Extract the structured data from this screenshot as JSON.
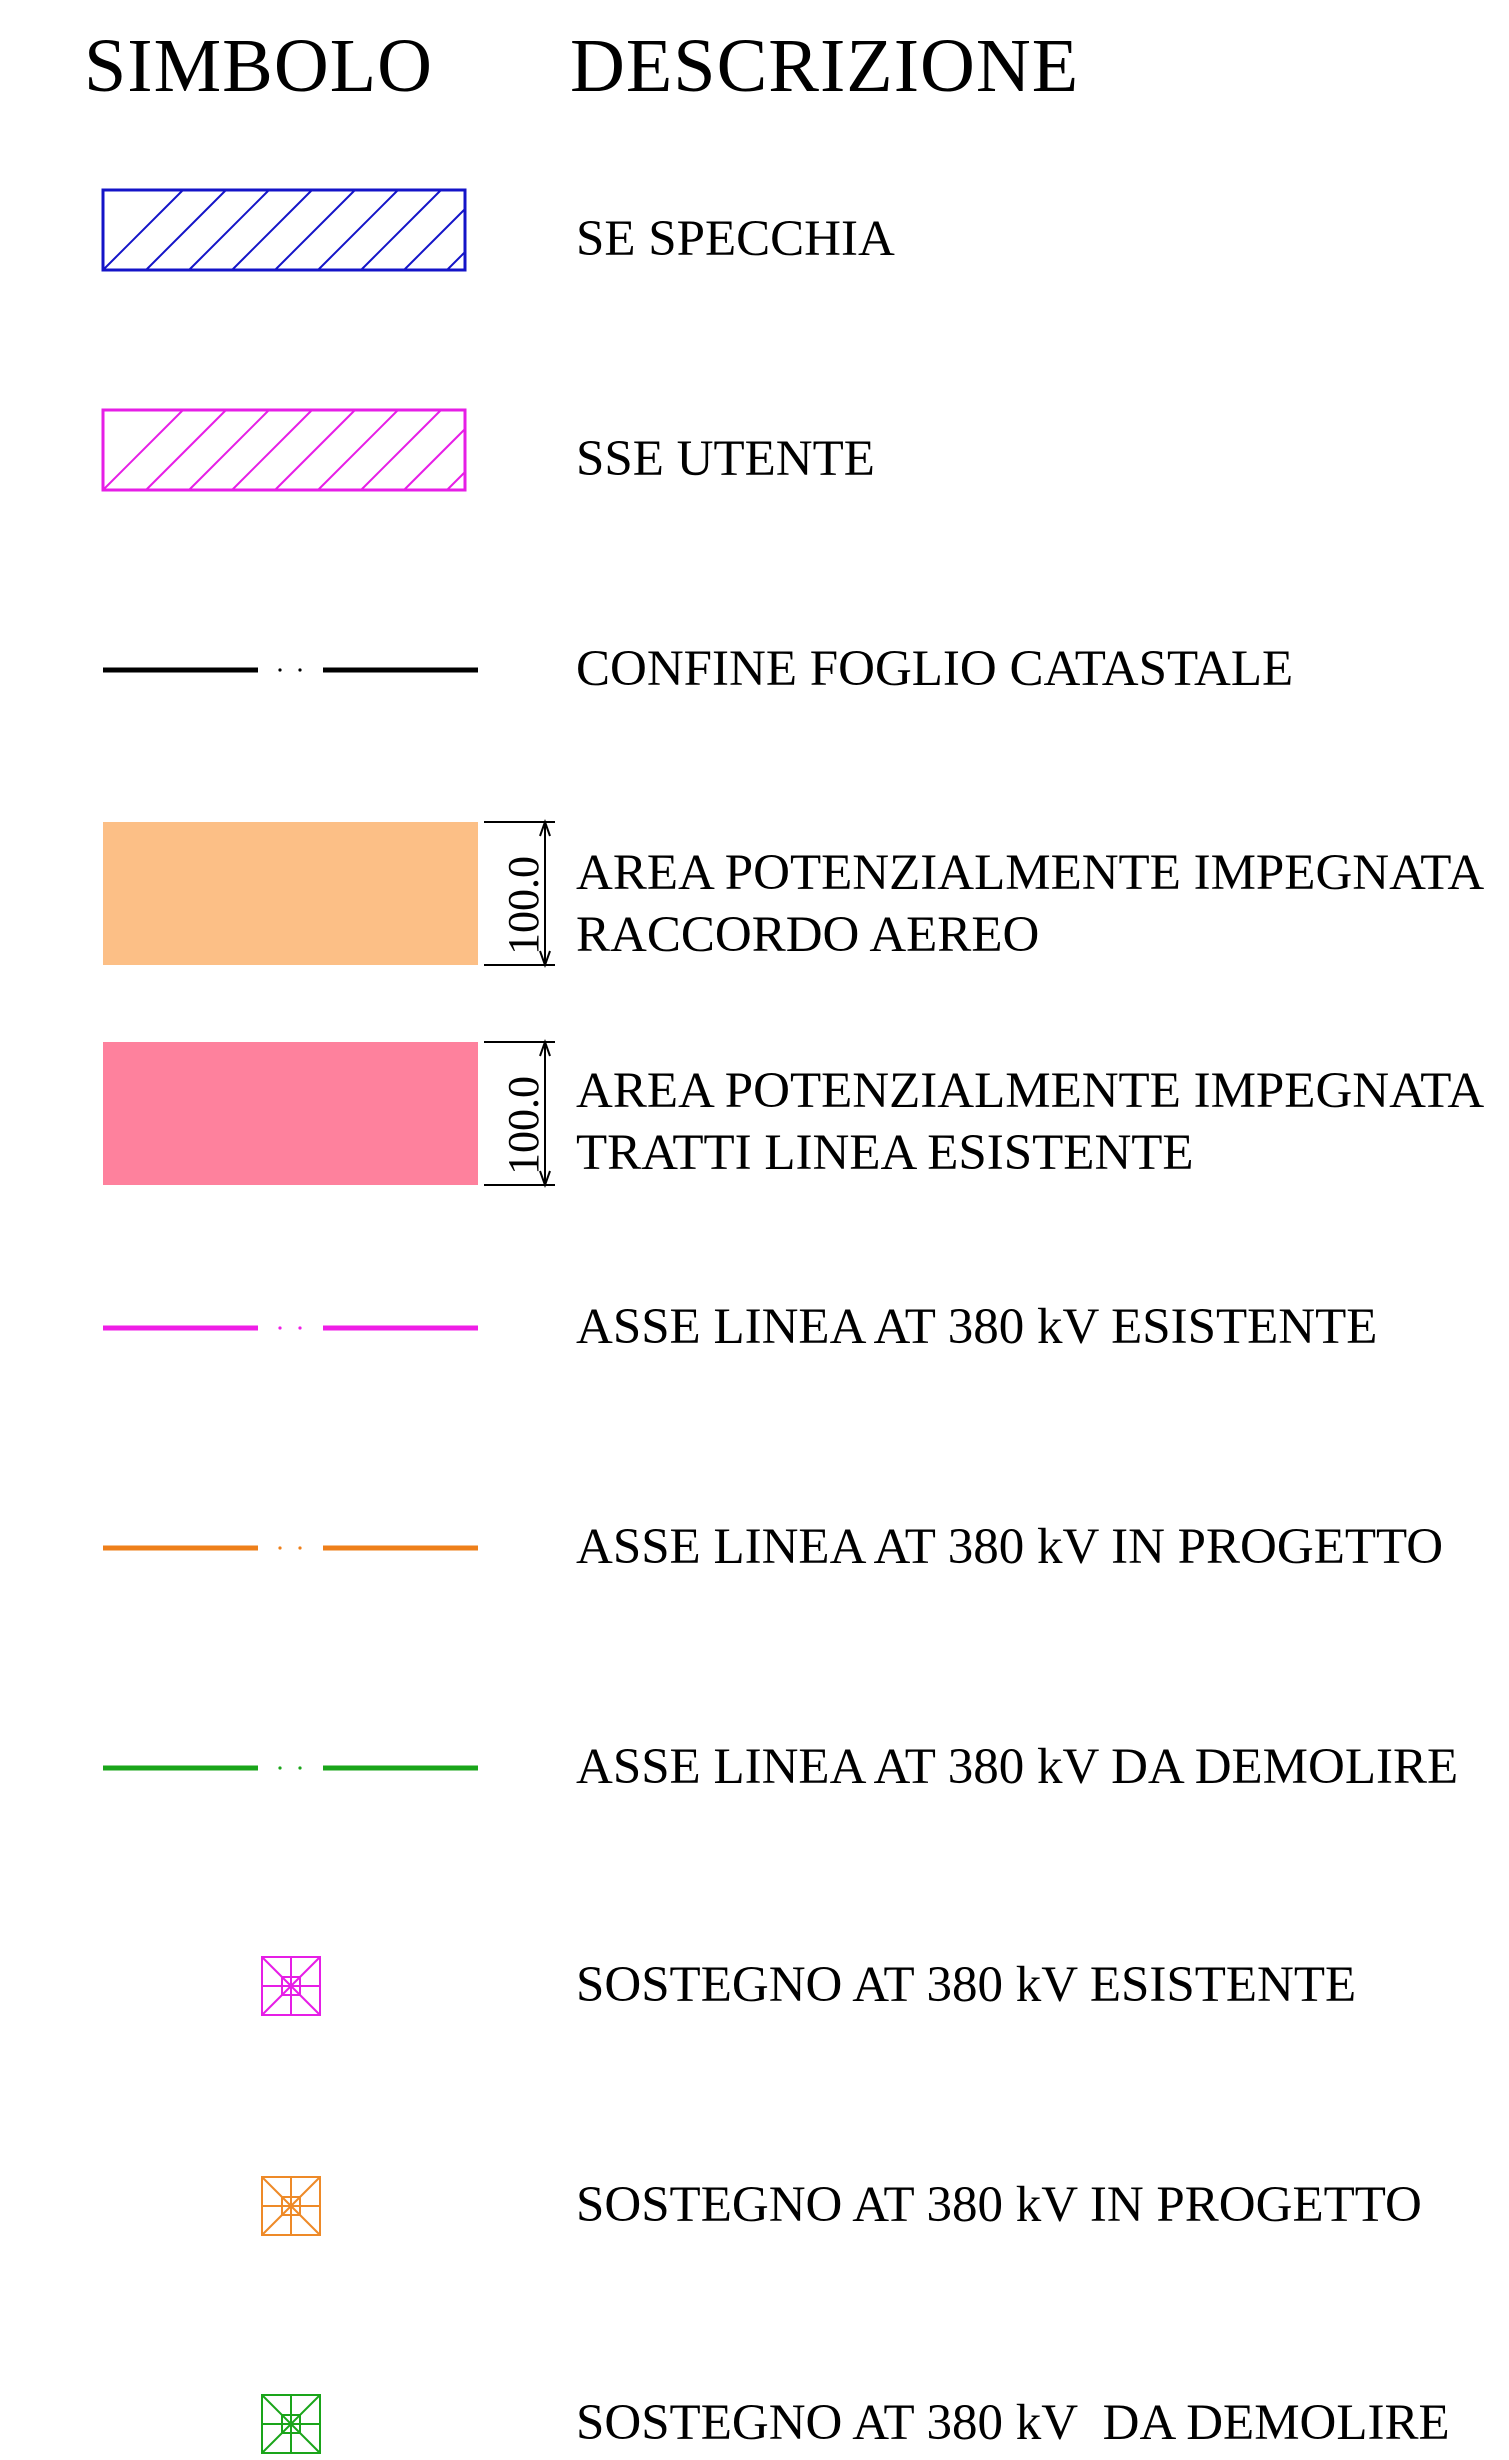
{
  "headers": {
    "symbol": "SIMBOLO",
    "description": "DESCRIZIONE"
  },
  "legend": [
    {
      "symbol": "hatched-rect",
      "color": "#1414c8",
      "text": "SE SPECCHIA"
    },
    {
      "symbol": "hatched-rect",
      "color": "#e61ee6",
      "text": "SSE UTENTE"
    },
    {
      "symbol": "dash-dot-line",
      "color": "#000000",
      "text": "CONFINE FOGLIO CATASTALE"
    },
    {
      "symbol": "filled-band",
      "color": "#fcbf86",
      "dimension": "100.0",
      "line1": "AREA POTENZIALMENTE IMPEGNATA",
      "line2": "RACCORDO AEREO"
    },
    {
      "symbol": "filled-band",
      "color": "#fe819d",
      "dimension": "100.0",
      "line1": "AREA POTENZIALMENTE IMPEGNATA",
      "line2": "TRATTI LINEA ESISTENTE"
    },
    {
      "symbol": "dash-dot-line",
      "color": "#ef1ee6",
      "text": "ASSE LINEA AT 380 kV ESISTENTE"
    },
    {
      "symbol": "dash-dot-line",
      "color": "#ee7f1a",
      "text": "ASSE LINEA AT 380 kV IN PROGETTO"
    },
    {
      "symbol": "dash-dot-line",
      "color": "#1aa51a",
      "text": "ASSE LINEA AT 380 kV DA DEMOLIRE"
    },
    {
      "symbol": "pylon-square",
      "color": "#e61ee6",
      "text": "SOSTEGNO AT 380 kV ESISTENTE"
    },
    {
      "symbol": "pylon-square",
      "color": "#ee8a28",
      "text": "SOSTEGNO AT 380 kV IN PROGETTO"
    },
    {
      "symbol": "pylon-square",
      "color": "#1aa51a",
      "text": "SOSTEGNO AT 380 kV  DA DEMOLIRE"
    }
  ]
}
